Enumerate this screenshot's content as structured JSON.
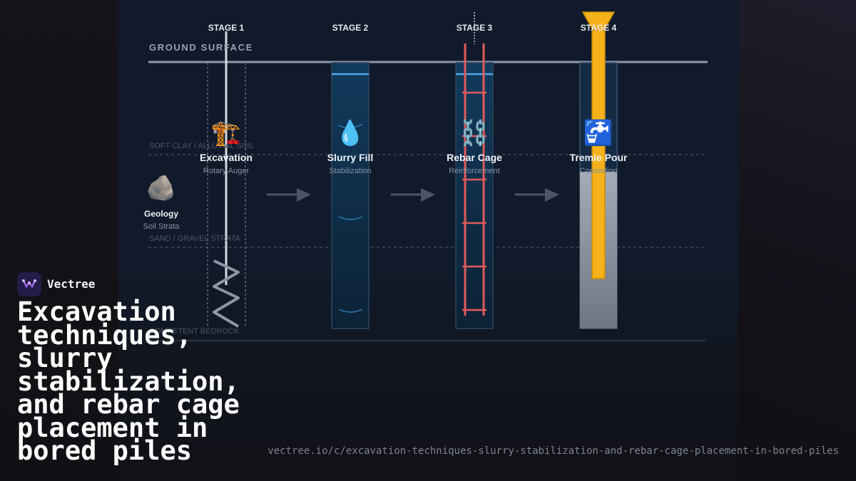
{
  "diagram": {
    "ground_surface": "GROUND SURFACE",
    "strata": {
      "soft_clay": "SOFT CLAY / ALLUVIAL SOIL",
      "sand_gravel": "SAND / GRAVEL STRATA",
      "bedrock": "COMPETENT BEDROCK"
    },
    "geology": {
      "icon": "rock-icon",
      "glyph": "🪨",
      "title": "Geology",
      "subtitle": "Soil Strata"
    },
    "stages": [
      {
        "stage": "STAGE 1",
        "icon": "crane-icon",
        "glyph": "🏗️",
        "title": "Excavation",
        "subtitle": "Rotary Auger"
      },
      {
        "stage": "STAGE 2",
        "icon": "droplet-icon",
        "glyph": "💧",
        "title": "Slurry Fill",
        "subtitle": "Stabilization"
      },
      {
        "stage": "STAGE 3",
        "icon": "chain-icon",
        "glyph": "⛓️",
        "title": "Rebar Cage",
        "subtitle": "Reinforcement"
      },
      {
        "stage": "STAGE 4",
        "icon": "faucet-icon",
        "glyph": "🚰",
        "title": "Tremie Pour",
        "subtitle": "Concreting"
      }
    ],
    "colors": {
      "ground_line": "#8e98a9",
      "water_line": "#4fa9e6",
      "rebar": "#e05a5a",
      "tremie": "#f5b21a",
      "concrete": "#9aa1ae",
      "arrow": "#4b5566"
    }
  },
  "brand": {
    "name": "Vectree",
    "icon": "vectree-logo-icon"
  },
  "headline": "Excavation\ntechniques,\nslurry\nstabilization,\nand rebar cage\nplacement in\nbored piles",
  "url": "vectree.io/c/excavation-techniques-slurry-stabilization-and-rebar-cage-placement-in-bored-piles"
}
